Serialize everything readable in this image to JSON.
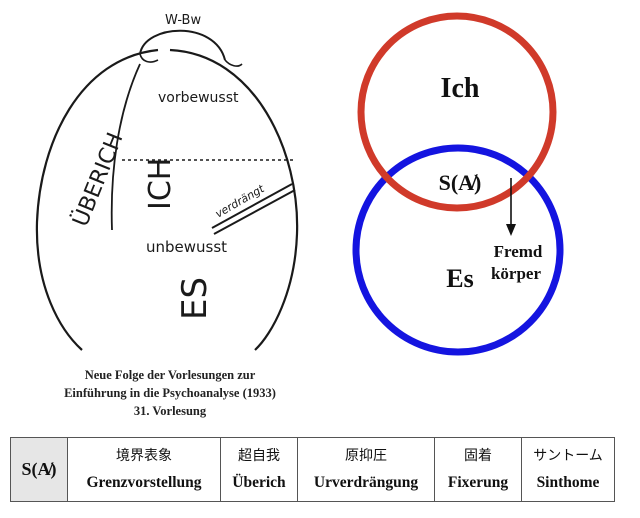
{
  "sketch": {
    "w_bw_label": "W-Bw",
    "uberich_label": "ÜBERICH",
    "vorbewusst_label": "vorbewusst",
    "ich_label": "ICH",
    "verdrangt_label": "verdrängt",
    "unbewusst_label": "unbewusst",
    "es_label": "ES",
    "caption": [
      "Neue Folge der Vorlesungen zur",
      "Einführung in die Psychoanalyse  (1933)",
      "31. Vorlesung"
    ]
  },
  "venn": {
    "top_circle_label": "Ich",
    "bottom_circle_label": "Es",
    "intersection_label": "S(A̸)",
    "arrow_label_line1": "Fremd",
    "arrow_label_line2": "körper",
    "colors": {
      "top_circle": "#d03a2a",
      "bottom_circle": "#1414e0"
    }
  },
  "table": {
    "header": "S(A̸)",
    "columns": [
      {
        "jp": "境界表象",
        "de": "Grenzvorstellung"
      },
      {
        "jp": "超自我",
        "de": "Überich"
      },
      {
        "jp": "原抑圧",
        "de": "Urverdrängung"
      },
      {
        "jp": "固着",
        "de": "Fixerung"
      },
      {
        "jp": "サントーム",
        "de": "Sinthome"
      }
    ]
  }
}
